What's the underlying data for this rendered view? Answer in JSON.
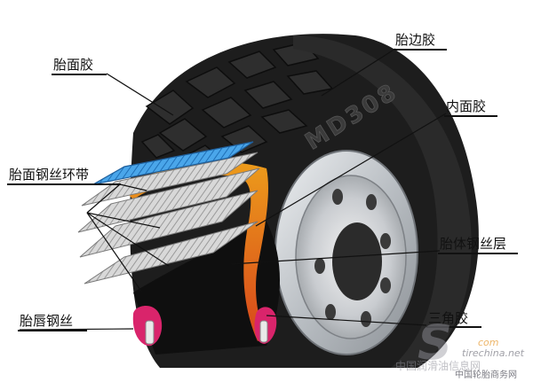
{
  "labels": {
    "tread_rubber": "胎面胶",
    "sidewall_rubber": "胎边胶",
    "inner_liner": "内面胶",
    "belt_plies": "胎面钢丝环带",
    "carcass_ply": "胎体钢丝层",
    "bead_wire": "胎唇钢丝",
    "apex": "三角胶"
  },
  "sidewall_marking": "MD308",
  "watermark": {
    "logo_letters": "S",
    "site_cn_left": "中国润滑油信息网",
    "site_en": "tirechina.net",
    "site_cn_right": "中国轮胎商务网",
    "domain_tag": "com"
  },
  "colors": {
    "tread": "#1d1d1d",
    "belt_top": "#3a8fd8",
    "liner": "#e2491c",
    "apex": "#d9246b",
    "rim": "#b8bcc0"
  }
}
